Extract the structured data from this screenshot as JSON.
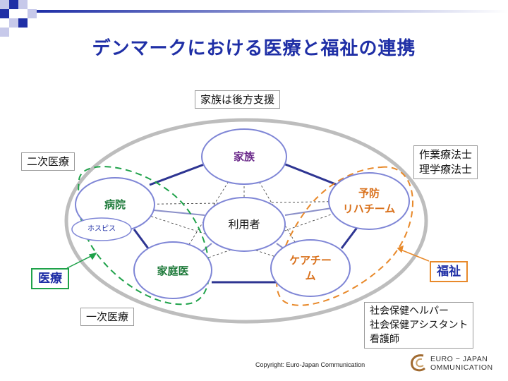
{
  "title": "デンマークにおける医療と福祉の連携",
  "boxes": {
    "family_support": "家族は後方支援",
    "secondary_care": "二次医療",
    "primary_care": "一次医療",
    "therapists_line1": "作業療法士",
    "therapists_line2": "理学療法士",
    "welfare_staff_line1": "社会保健ヘルパー",
    "welfare_staff_line2": "社会保健アシスタント",
    "welfare_staff_line3": "看護師"
  },
  "nodes": {
    "family": "家族",
    "hospital": "病院",
    "hospice": "ホスピス",
    "user": "利用者",
    "prevention_line1": "予防",
    "prevention_line2": "リハチーム",
    "gp": "家庭医",
    "care_line1": "ケアチー",
    "care_line2": "ム"
  },
  "tags": {
    "medical": "医療",
    "welfare": "福祉"
  },
  "footer": {
    "copyright": "Copyright: Euro-Japan Communication",
    "logo_line1": "EURO − JAPAN",
    "logo_line2": "OMMUNICATION"
  },
  "colors": {
    "title": "#1f2fa6",
    "node_border": "#7f86d6",
    "connector": "#2e3592",
    "medical_dash": "#1fa24a",
    "welfare_dash": "#e8892a",
    "ellipse": "#bdbdbd",
    "purple_text": "#6b2a8a",
    "orange_text": "#d9701a",
    "green_text": "#1e7a3a"
  }
}
